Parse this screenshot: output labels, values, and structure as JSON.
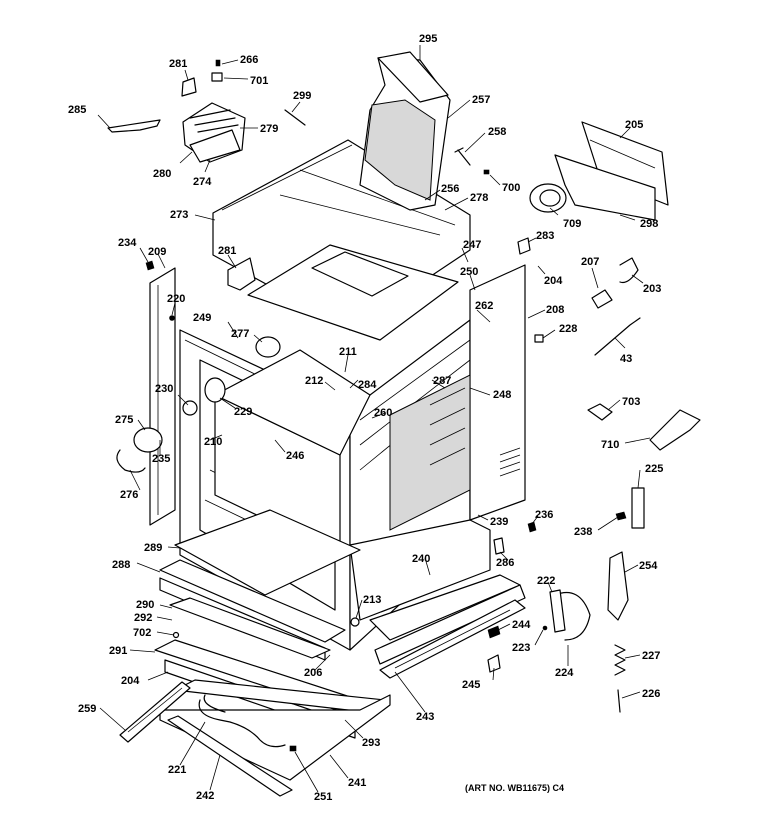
{
  "diagram": {
    "art_number": "(ART NO. WB11675) C4",
    "labels": {
      "l295": "295",
      "l266": "266",
      "l281a": "281",
      "l701": "701",
      "l285": "285",
      "l299": "299",
      "l279": "279",
      "l280": "280",
      "l274": "274",
      "l257": "257",
      "l258": "258",
      "l205": "205",
      "l700": "700",
      "l256": "256",
      "l278": "278",
      "l709": "709",
      "l298": "298",
      "l273": "273",
      "l234": "234",
      "l209": "209",
      "l281b": "281",
      "l247": "247",
      "l283": "283",
      "l250": "250",
      "l204a": "204",
      "l207": "207",
      "l203": "203",
      "l220": "220",
      "l262": "262",
      "l208": "208",
      "l249": "249",
      "l277": "277",
      "l228": "228",
      "l211": "211",
      "l43": "43",
      "l212": "212",
      "l284": "284",
      "l287": "287",
      "l230": "230",
      "l248": "248",
      "l229": "229",
      "l703": "703",
      "l260": "260",
      "l275": "275",
      "l210": "210",
      "l246": "246",
      "l710": "710",
      "l235": "235",
      "l225": "225",
      "l276": "276",
      "l236": "236",
      "l239": "239",
      "l238": "238",
      "l289": "289",
      "l286": "286",
      "l240": "240",
      "l288": "288",
      "l254": "254",
      "l222": "222",
      "l213": "213",
      "l290": "290",
      "l292": "292",
      "l244": "244",
      "l702": "702",
      "l223": "223",
      "l291": "291",
      "l206": "206",
      "l227": "227",
      "l204b": "204",
      "l224": "224",
      "l245": "245",
      "l226": "226",
      "l259": "259",
      "l243": "243",
      "l293": "293",
      "l221": "221",
      "l241": "241",
      "l242": "242",
      "l251": "251"
    }
  }
}
